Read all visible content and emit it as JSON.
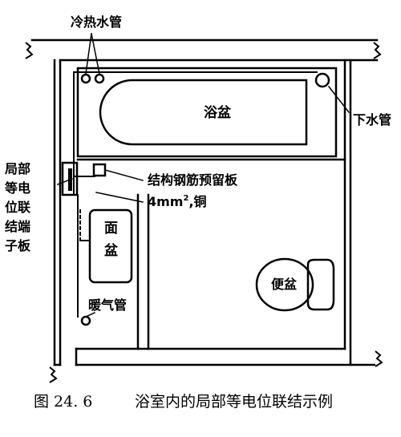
{
  "labels": {
    "hot_cold_pipe": "冷热水管",
    "drain_pipe": "下水管",
    "bathtub": "浴盆",
    "reserved_plate": "结构钢筋预留板",
    "cable_spec": "4mm",
    "cable_spec_sup": "2",
    "cable_spec_tail": ",铜",
    "terminal_board_lines": [
      "局部",
      "等电",
      "位联",
      "结端",
      "子板"
    ],
    "washbasin_lines": [
      "面",
      "盆"
    ],
    "heating_pipe": "暖气管",
    "toilet": "便盆"
  },
  "caption": {
    "figure_number": "图 24. 6",
    "title": "浴室内的局部等电位联结示例"
  },
  "colors": {
    "ink": "#000000",
    "background": "#ffffff"
  }
}
